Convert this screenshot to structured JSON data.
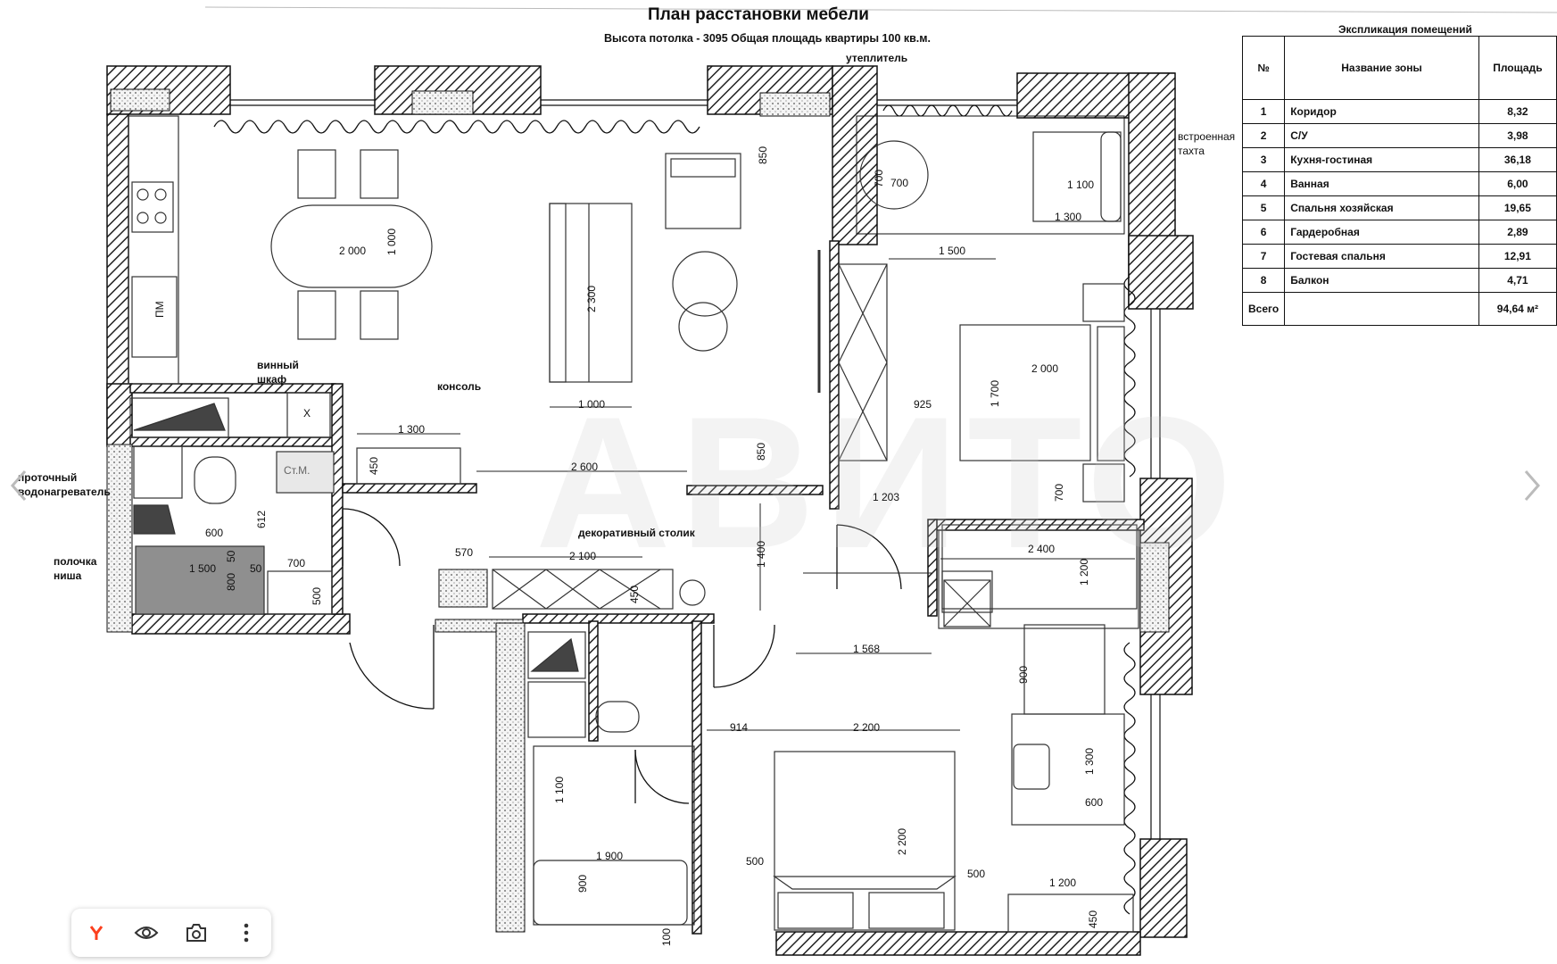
{
  "header": {
    "title": "План расстановки мебели",
    "subtitle": "Высота потолка - 3095  Общая площадь квартиры 100 кв.м."
  },
  "explication": {
    "title": "Экспликация помещений",
    "col_num": "№",
    "col_name": "Название зоны",
    "col_area": "Площадь",
    "rows": [
      {
        "num": "1",
        "name": "Коридор",
        "area": "8,32"
      },
      {
        "num": "2",
        "name": "С/У",
        "area": "3,98"
      },
      {
        "num": "3",
        "name": "Кухня-гостиная",
        "area": "36,18"
      },
      {
        "num": "4",
        "name": "Ванная",
        "area": "6,00"
      },
      {
        "num": "5",
        "name": "Спальня хозяйская",
        "area": "19,65"
      },
      {
        "num": "6",
        "name": "Гардеробная",
        "area": "2,89"
      },
      {
        "num": "7",
        "name": "Гостевая спальня",
        "area": "12,91"
      },
      {
        "num": "8",
        "name": "Балкон",
        "area": "4,71"
      }
    ],
    "total_label": "Всего",
    "total_area": "94,64 м²"
  },
  "labels": {
    "insulation": "утеплитель",
    "built_in_bed_1": "встроенная",
    "built_in_bed_2": "тахта",
    "wine_1": "винный",
    "wine_2": "шкаф",
    "console": "консоль",
    "heater_1": "проточный",
    "heater_2": "водонагреватель",
    "shelf_1": "полочка",
    "shelf_2": "ниша",
    "deco_table": "декоративный столик",
    "dishwasher": "ПМ",
    "washer": "Ст.М.",
    "x_mark": "Х"
  },
  "dimensions": {
    "d850a": "850",
    "d700a": "700",
    "d700b": "700",
    "d1100a": "1 100",
    "d1300a": "1 300",
    "d2000a": "2 000",
    "d1000a": "1 000",
    "d2300": "2 300",
    "d1000b": "1 000",
    "d1500a": "1 500",
    "d2000b": "2 000",
    "d1700": "1 700",
    "d925": "925",
    "d1300b": "1 300",
    "d450a": "450",
    "d2600": "2 600",
    "d850b": "850",
    "d700c": "700",
    "d1203": "1 203",
    "d612": "612",
    "d600a": "600",
    "d50a": "50",
    "d50b": "50",
    "d800": "800",
    "d1500b": "1 500",
    "d700d": "700",
    "d500a": "500",
    "d570": "570",
    "d2100": "2 100",
    "d450b": "450",
    "d1400": "1 400",
    "d2400": "2 400",
    "d1200a": "1 200",
    "d1568": "1 568",
    "d900a": "900",
    "d914": "914",
    "d2200a": "2 200",
    "d1300c": "1 300",
    "d600b": "600",
    "d1100b": "1 100",
    "d1900": "1 900",
    "d900b": "900",
    "d500b": "500",
    "d2200b": "2 200",
    "d500c": "500",
    "d1200b": "1 200",
    "d450c": "450",
    "d100": "100"
  },
  "toolbar": {
    "icons": [
      "yandex-logo-icon",
      "eye-icon",
      "camera-icon",
      "more-vertical-icon"
    ]
  },
  "watermark": "АВИТО"
}
